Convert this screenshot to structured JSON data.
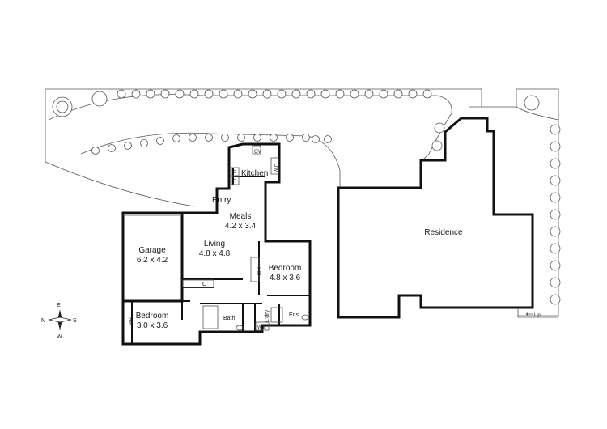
{
  "rooms": {
    "kitchen": "Kitchen",
    "entry": "Entry",
    "meals_name": "Meals",
    "meals_size": "4.2 x 3.4",
    "living_name": "Living",
    "living_size": "4.8 x 4.8",
    "garage_name": "Garage",
    "garage_size": "6.2 x 4.2",
    "bedroom1_name": "Bedroom",
    "bedroom1_size": "4.8 x 3.6",
    "bedroom2_name": "Bedroom",
    "bedroom2_size": "3.0 x 3.6",
    "bath": "Bath",
    "ldry": "L'dry",
    "ens": "Ens",
    "wm": "WM",
    "residence": "Residence"
  },
  "fixtures": {
    "ov": "OV",
    "dw": "DW",
    "p": "P",
    "f": "F",
    "c": "C",
    "bir1": "BIR",
    "bir2": "BIR",
    "up": "Up"
  },
  "compass": {
    "n": "N",
    "e": "E",
    "s": "S",
    "w": "W"
  }
}
